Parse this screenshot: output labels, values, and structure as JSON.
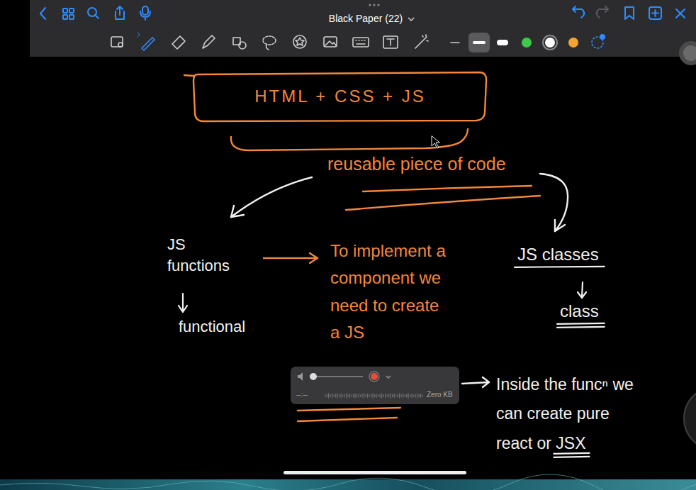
{
  "diagram": {
    "title": "Black Paper (22)",
    "nodes": [
      {
        "text": [
          "HTML + CSS + JS"
        ]
      }
    ],
    "labels": [
      "reusable piece of code",
      "JS functions",
      "functional",
      "To implement a component we need to create a JS",
      "JS classes",
      "class",
      "Inside the funcⁿ we can create pure react or JSX",
      "--:--",
      "Zero KB"
    ]
  }
}
